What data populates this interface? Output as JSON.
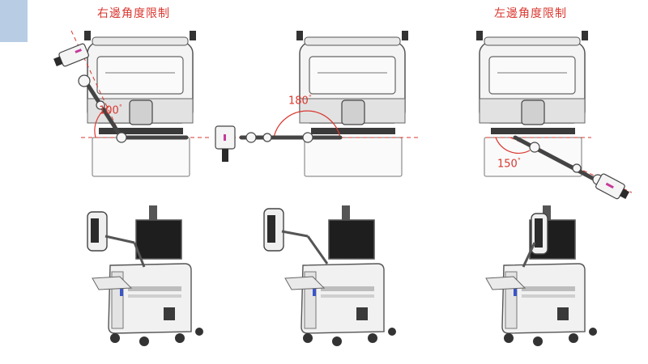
{
  "headings": {
    "right": "右邊角度限制",
    "left": "左邊角度限制"
  },
  "angles": {
    "a100": "100",
    "a180": "180",
    "a150": "150"
  },
  "colors": {
    "accent": "#d9372f",
    "tab": "#b8cde4",
    "body": "#f2f2f2",
    "outline": "#555555",
    "dark": "#2b2b2b"
  }
}
